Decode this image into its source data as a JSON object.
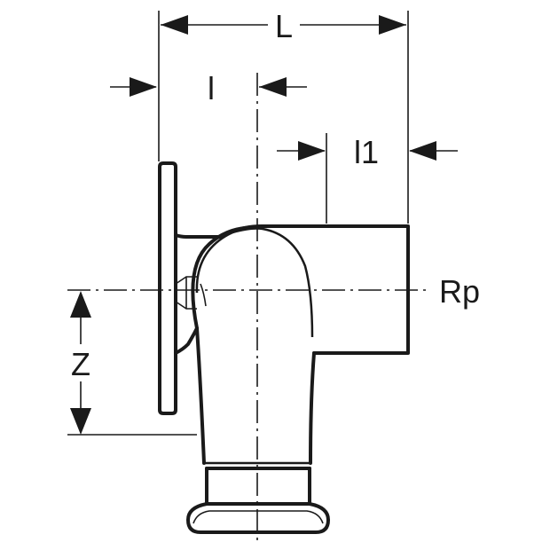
{
  "labels": {
    "L": "L",
    "l": "l",
    "l1": "l1",
    "Rp": "Rp",
    "Z": "Z"
  }
}
